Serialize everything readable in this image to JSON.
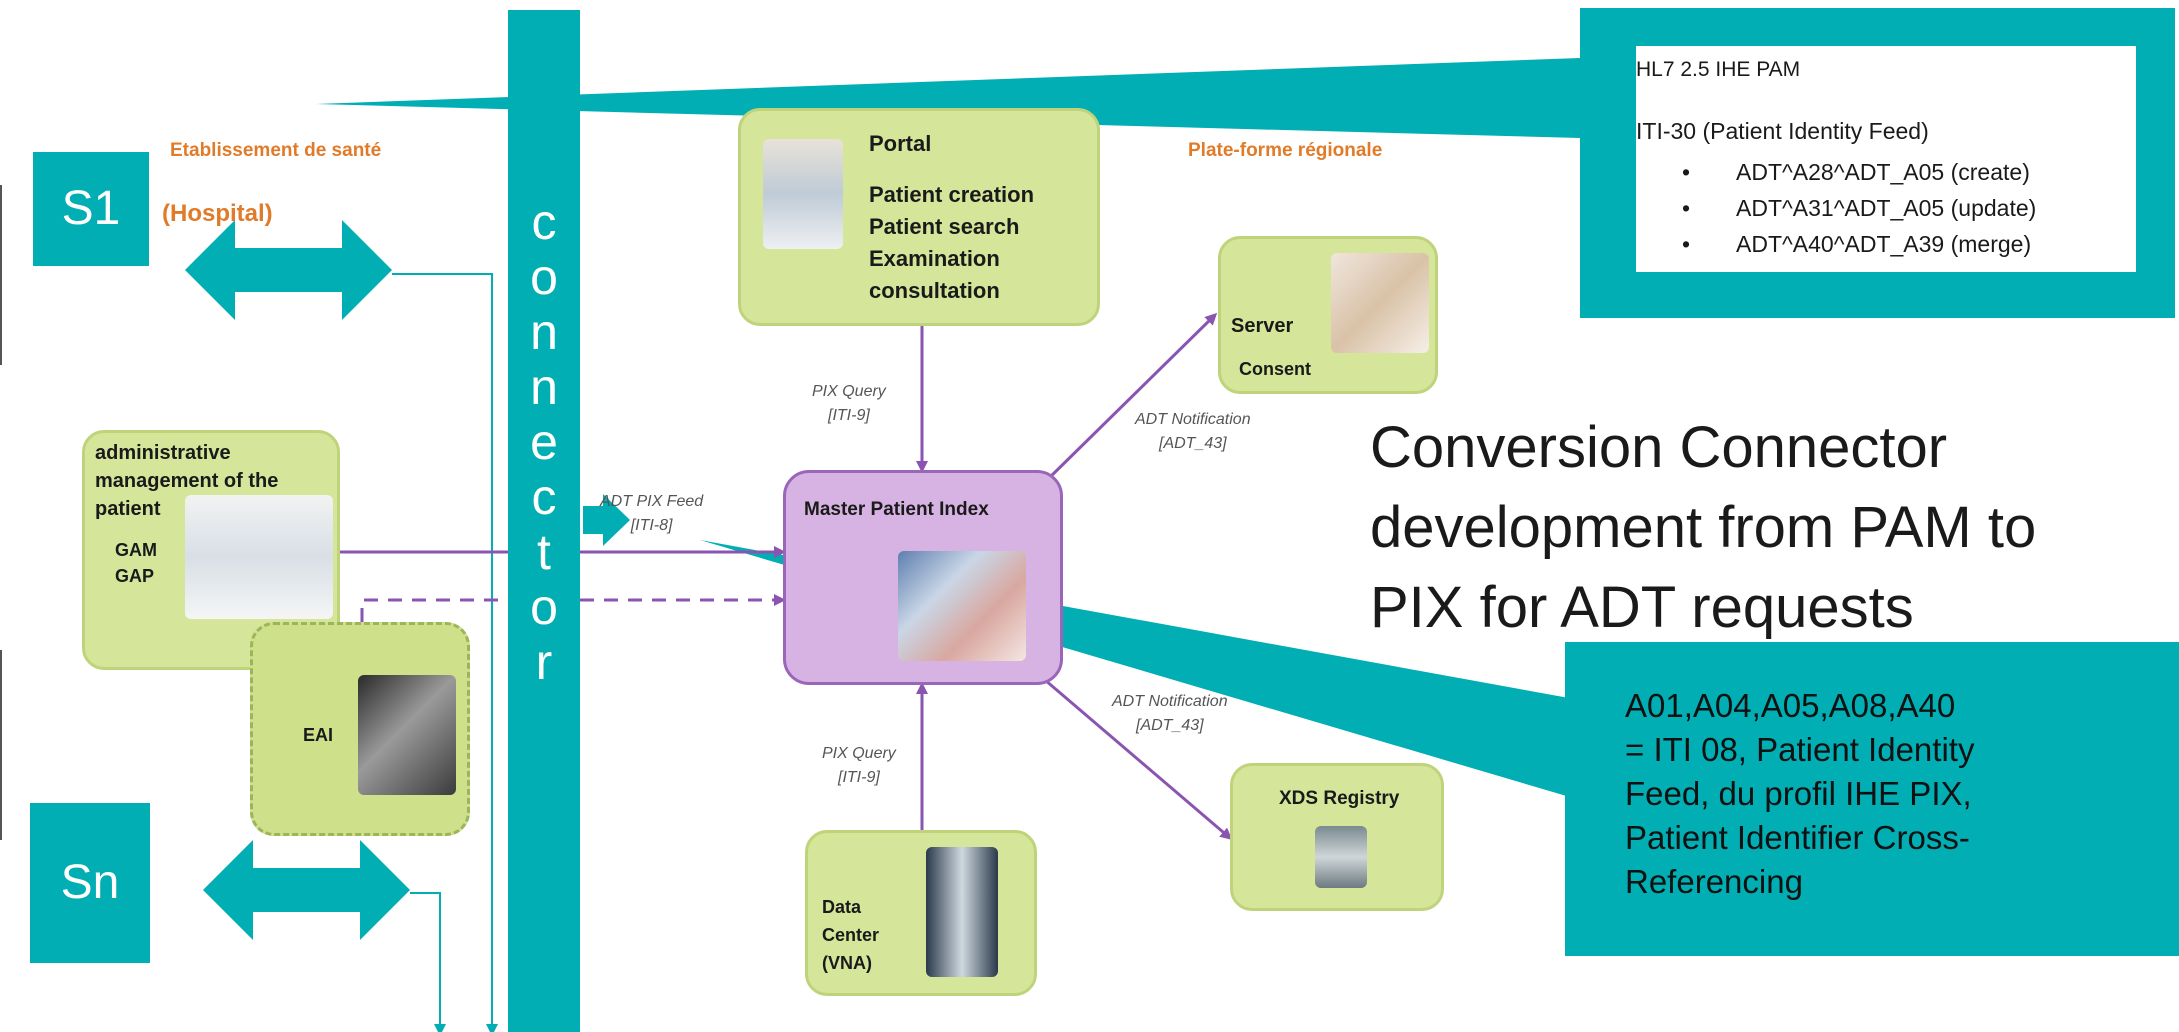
{
  "labels": {
    "etablissement": "Etablissement de santé",
    "hospital": "(Hospital)",
    "plateforme": "Plate-forme régionale"
  },
  "systems": {
    "s1": "S1",
    "sn": "Sn"
  },
  "connector": {
    "letters": [
      "c",
      "o",
      "n",
      "n",
      "e",
      "c",
      "t",
      "o",
      "r"
    ]
  },
  "portal": {
    "title": "Portal",
    "lines": [
      "Patient creation",
      "Patient search",
      "Examination consultation"
    ]
  },
  "server": {
    "title": "Server",
    "subtitle": "Consent"
  },
  "admin": {
    "title_line1": "administrative",
    "title_line2": "management of the patient",
    "code1": "GAM",
    "code2": "GAP"
  },
  "eai": {
    "label": "EAI"
  },
  "mpi": {
    "label": "Master Patient Index"
  },
  "xds": {
    "label": "XDS Registry"
  },
  "datacenter": {
    "line1": "Data",
    "line2": "Center",
    "line3": "(VNA)"
  },
  "edges": {
    "pix_query_top_1": "PIX Query",
    "pix_query_top_2": "[ITI-9]",
    "pix_query_bottom_1": "PIX Query",
    "pix_query_bottom_2": "[ITI-9]",
    "adt_notif_top_1": "ADT Notification",
    "adt_notif_top_2": "[ADT_43]",
    "adt_notif_bottom_1": "ADT Notification",
    "adt_notif_bottom_2": "[ADT_43]",
    "adt_pix_feed_1": "ADT PIX Feed",
    "adt_pix_feed_2": "[ITI-8]"
  },
  "callout_top": {
    "header": "HL7 2.5 IHE PAM",
    "line": "ITI-30 (Patient Identity Feed)",
    "bullets": [
      "ADT^A28^ADT_A05 (create)",
      "ADT^A31^ADT_A05 (update)",
      "ADT^A40^ADT_A39 (merge)"
    ]
  },
  "conversion_text": [
    "Conversion Connector",
    "development from PAM to",
    "PIX for ADT requests"
  ],
  "callout_bottom": {
    "lines": [
      "A01,A04,A05,A08,A40",
      "= ITI 08, Patient Identity",
      "Feed, du profil IHE PIX,",
      "Patient Identifier Cross-",
      "Referencing"
    ]
  },
  "colors": {
    "teal": "#00aeb3",
    "lime": "#d5e59a",
    "purple": "#9a66b8",
    "orange": "#e07b2a"
  }
}
